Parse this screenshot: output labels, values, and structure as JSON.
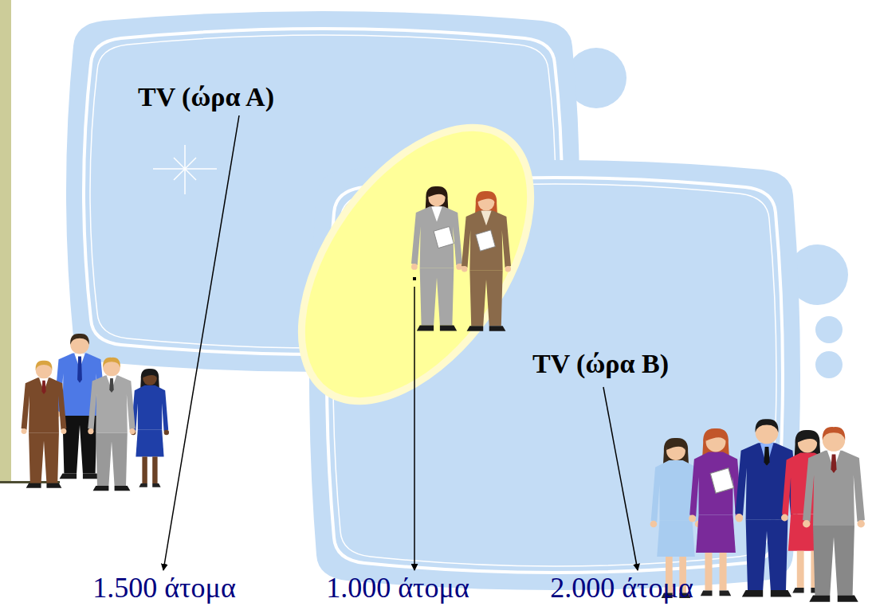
{
  "diagram": {
    "nodes": [
      {
        "text": [
          "TV (ώρα Α)"
        ]
      },
      {
        "text": [
          "TV (ώρα Β)"
        ]
      }
    ],
    "labels": [
      "1.500 άτομα",
      "1.000 άτομα",
      "2.000 άτομα"
    ]
  }
}
